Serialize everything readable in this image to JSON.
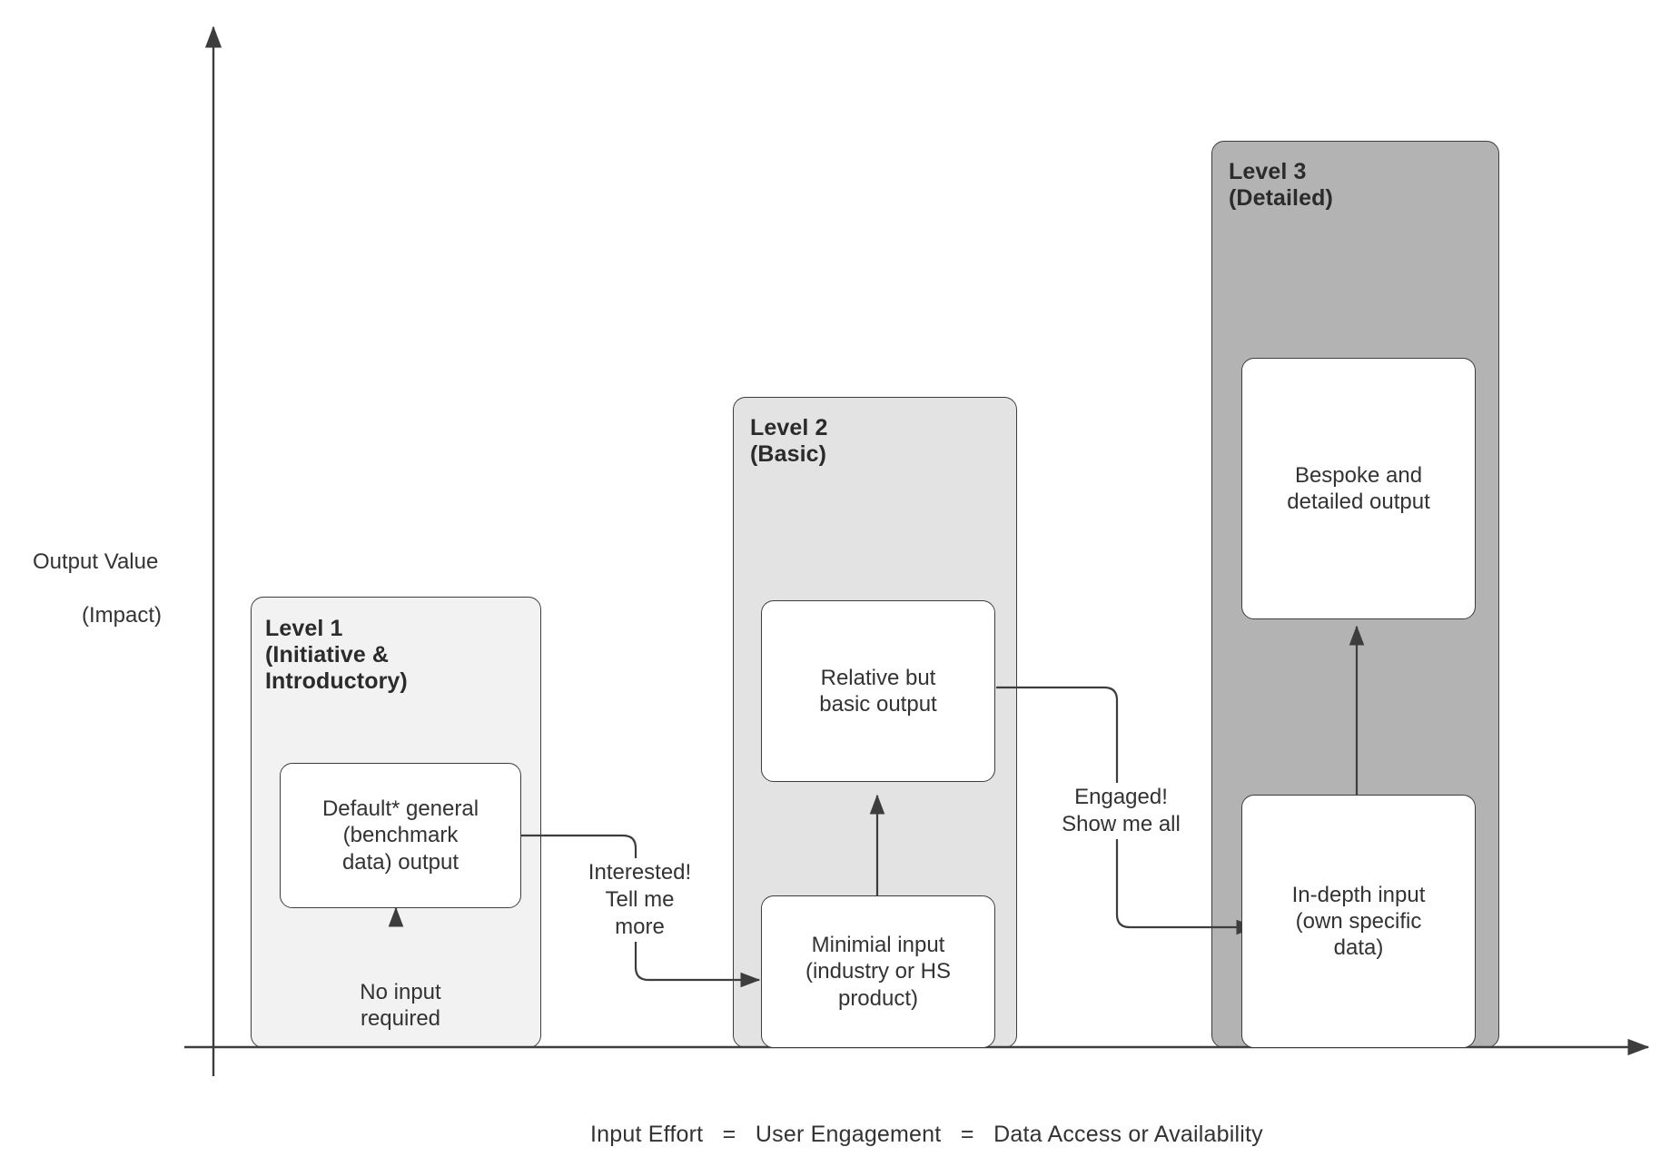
{
  "diagram": {
    "axes": {
      "y_label_line1": "Output Value",
      "y_label_line2": "(Impact)",
      "x_label": "Input Effort   =   User Engagement   =   Data Access or Availability"
    },
    "levels": [
      {
        "id": "level-1",
        "title": "Level 1\n(Initiative &\nIntroductory)",
        "fill": "#f2f2f2",
        "output_node": "Default* general\n(benchmark\ndata) output",
        "input_node": "No input\nrequired",
        "input_node_boxed": false
      },
      {
        "id": "level-2",
        "title": "Level 2\n(Basic)",
        "fill": "#e3e3e3",
        "output_node": "Relative but\nbasic output",
        "input_node": "Minimial input\n(industry or HS\nproduct)",
        "input_node_boxed": true
      },
      {
        "id": "level-3",
        "title": "Level 3\n(Detailed)",
        "fill": "#b3b3b3",
        "output_node": "Bespoke and\ndetailed output",
        "input_node": "In-depth input\n(own specific\ndata)",
        "input_node_boxed": true
      }
    ],
    "transitions": [
      {
        "id": "t1",
        "label": "Interested!\nTell me\nmore"
      },
      {
        "id": "t2",
        "label": "Engaged!\nShow me all"
      }
    ]
  }
}
